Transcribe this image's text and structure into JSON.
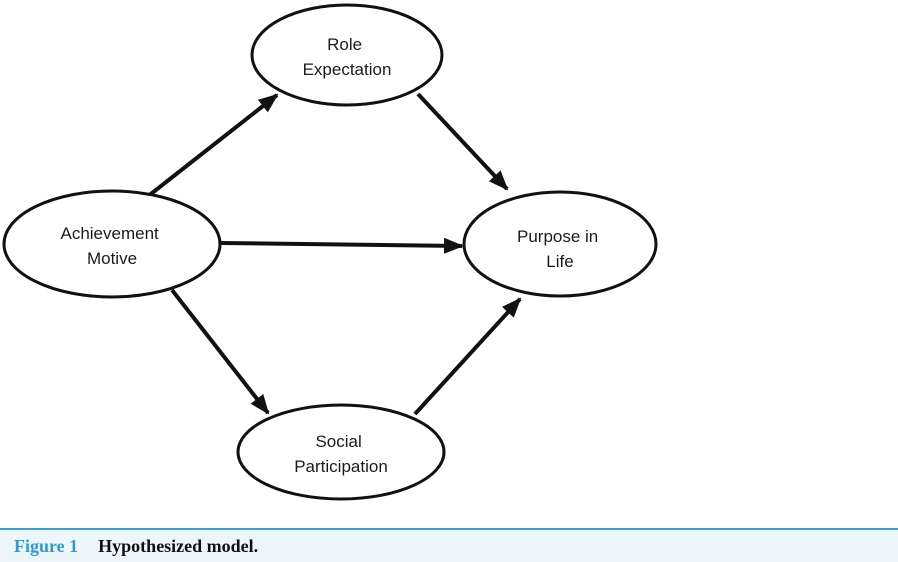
{
  "figure": {
    "caption_label": "Figure 1",
    "caption_text": "Hypothesized model."
  },
  "diagram": {
    "nodes": {
      "role_expectation": {
        "line1": "Role",
        "line2": "Expectation"
      },
      "achievement_motive": {
        "line1": "Achievement",
        "line2": "Motive"
      },
      "purpose_in_life": {
        "line1": "Purpose in",
        "line2": "Life"
      },
      "social_participation": {
        "line1": "Social",
        "line2": "Participation"
      }
    },
    "edges": [
      {
        "from": "achievement_motive",
        "to": "role_expectation"
      },
      {
        "from": "role_expectation",
        "to": "purpose_in_life"
      },
      {
        "from": "achievement_motive",
        "to": "purpose_in_life"
      },
      {
        "from": "achievement_motive",
        "to": "social_participation"
      },
      {
        "from": "social_participation",
        "to": "purpose_in_life"
      }
    ]
  },
  "colors": {
    "node_stroke": "#111111",
    "arrow": "#111111",
    "caption_label": "#2e9bd6",
    "caption_rule": "#3a9fd8",
    "caption_bg": "#edf6fb"
  }
}
